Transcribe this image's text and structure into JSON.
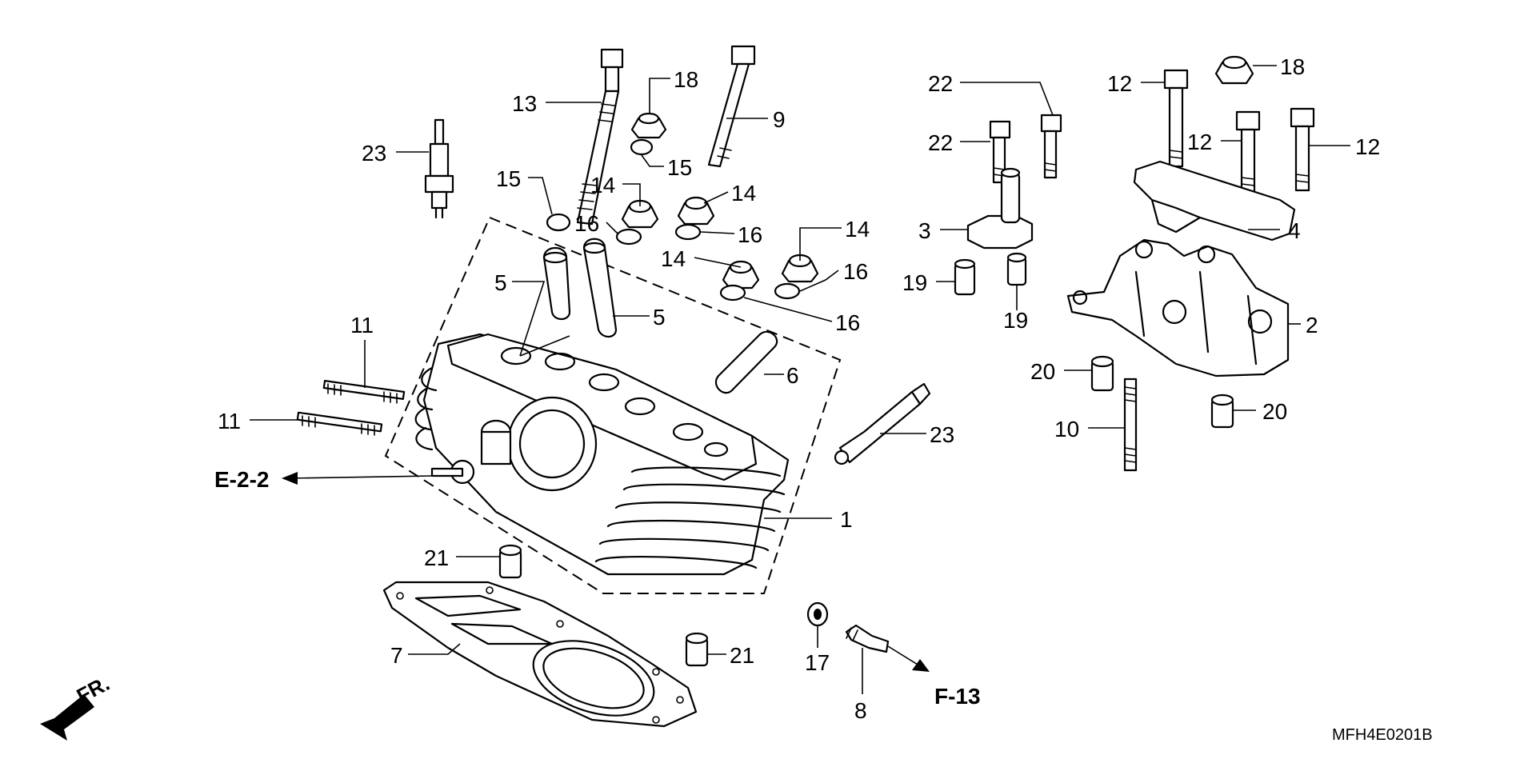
{
  "diagram": {
    "drawing_code": "MFH4E0201B",
    "references": {
      "left": "E-2-2",
      "right": "F-13"
    },
    "front_label": "FR.",
    "callouts": [
      {
        "id": "c1",
        "label": "1"
      },
      {
        "id": "c2",
        "label": "2"
      },
      {
        "id": "c3",
        "label": "3"
      },
      {
        "id": "c4",
        "label": "4"
      },
      {
        "id": "c5a",
        "label": "5"
      },
      {
        "id": "c5b",
        "label": "5"
      },
      {
        "id": "c6",
        "label": "6"
      },
      {
        "id": "c7",
        "label": "7"
      },
      {
        "id": "c8",
        "label": "8"
      },
      {
        "id": "c9",
        "label": "9"
      },
      {
        "id": "c10",
        "label": "10"
      },
      {
        "id": "c11a",
        "label": "11"
      },
      {
        "id": "c11b",
        "label": "11"
      },
      {
        "id": "c12a",
        "label": "12"
      },
      {
        "id": "c12b",
        "label": "12"
      },
      {
        "id": "c12c",
        "label": "12"
      },
      {
        "id": "c13",
        "label": "13"
      },
      {
        "id": "c14a",
        "label": "14"
      },
      {
        "id": "c14b",
        "label": "14"
      },
      {
        "id": "c14c",
        "label": "14"
      },
      {
        "id": "c14d",
        "label": "14"
      },
      {
        "id": "c15a",
        "label": "15"
      },
      {
        "id": "c15b",
        "label": "15"
      },
      {
        "id": "c16a",
        "label": "16"
      },
      {
        "id": "c16b",
        "label": "16"
      },
      {
        "id": "c16c",
        "label": "16"
      },
      {
        "id": "c16d",
        "label": "16"
      },
      {
        "id": "c17",
        "label": "17"
      },
      {
        "id": "c18a",
        "label": "18"
      },
      {
        "id": "c18b",
        "label": "18"
      },
      {
        "id": "c19a",
        "label": "19"
      },
      {
        "id": "c19b",
        "label": "19"
      },
      {
        "id": "c20a",
        "label": "20"
      },
      {
        "id": "c20b",
        "label": "20"
      },
      {
        "id": "c21a",
        "label": "21"
      },
      {
        "id": "c21b",
        "label": "21"
      },
      {
        "id": "c22a",
        "label": "22"
      },
      {
        "id": "c22b",
        "label": "22"
      },
      {
        "id": "c23a",
        "label": "23"
      },
      {
        "id": "c23b",
        "label": "23"
      }
    ]
  }
}
